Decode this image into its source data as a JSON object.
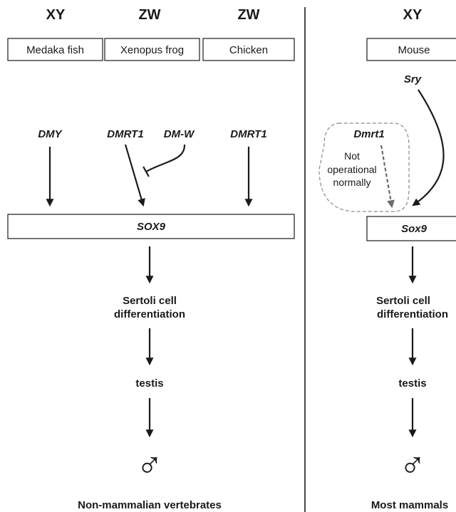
{
  "left_panel": {
    "headers": [
      "XY",
      "ZW",
      "ZW"
    ],
    "species": [
      "Medaka fish",
      "Xenopus frog",
      "Chicken"
    ],
    "genes": [
      "DMY",
      "DMRT1",
      "DM-W",
      "DMRT1"
    ],
    "target_gene": "SOX9",
    "stage_line1": "Sertoli cell",
    "stage_line2": "differentiation",
    "organ": "testis",
    "male_symbol": "♂",
    "footer": "Non-mammalian vertebrates"
  },
  "right_panel": {
    "header": "XY",
    "species": "Mouse",
    "master_gene": "Sry",
    "side_gene": "Dmrt1",
    "note_line1": "Not",
    "note_line2": "operational",
    "note_line3": "normally",
    "target_gene": "Sox9",
    "stage_line1": "Sertoli cell",
    "stage_line2": "differentiation",
    "organ": "testis",
    "male_symbol": "♂",
    "footer": "Most mammals"
  }
}
